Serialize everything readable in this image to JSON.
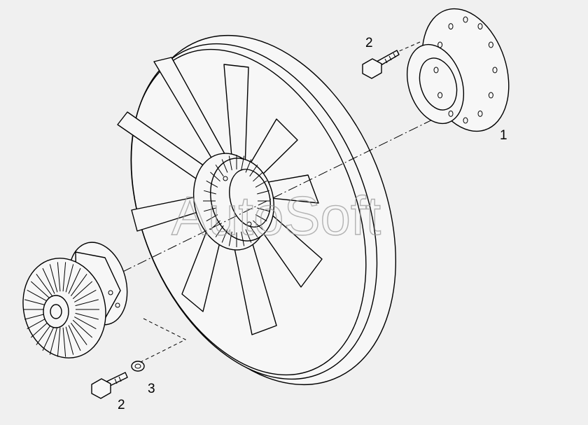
{
  "callouts": {
    "part1": "1",
    "part2_top": "2",
    "part2_bottom": "2",
    "part3": "3"
  },
  "watermark": "AutoSoft"
}
